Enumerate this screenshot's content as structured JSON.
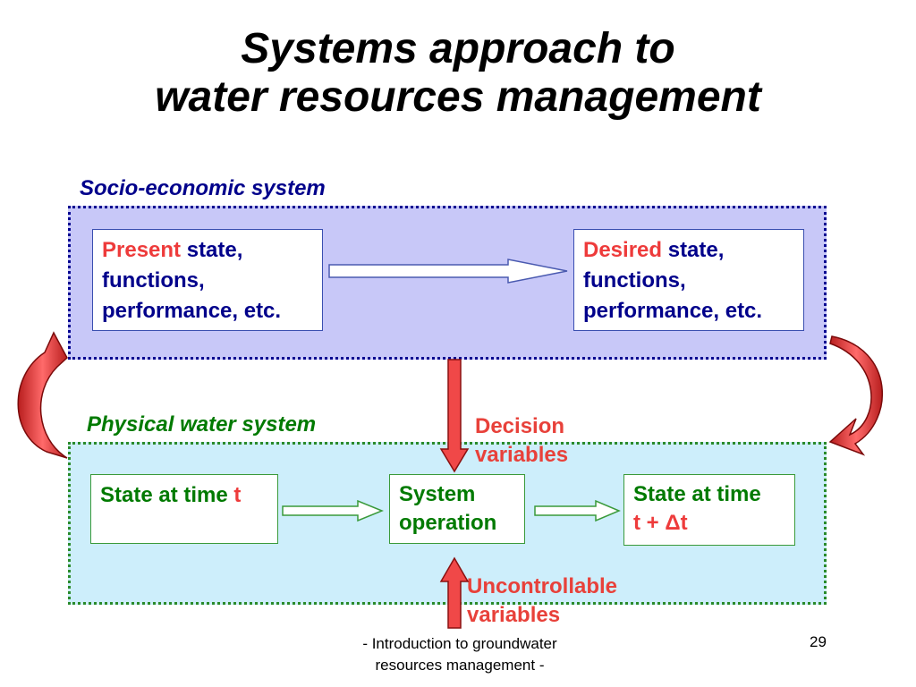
{
  "title": {
    "line1": "Systems approach to",
    "line2": "water resources management"
  },
  "socio": {
    "label": "Socio-economic system",
    "present": {
      "highlight": "Present",
      "rest": " state,",
      "line2": "functions,",
      "line3": "performance, etc."
    },
    "desired": {
      "highlight": "Desired",
      "rest": " state,",
      "line2": "functions,",
      "line3": "performance, etc."
    }
  },
  "physical": {
    "label": "Physical water system",
    "state_t": {
      "text": "State at time ",
      "highlight": "t"
    },
    "system_operation": {
      "line1": "System",
      "line2": "operation"
    },
    "state_dt": {
      "line1": "State at time",
      "line2": "t + Δt"
    }
  },
  "decision": {
    "line1": "Decision",
    "line2": "variables"
  },
  "uncontrollable": {
    "line1": "Uncontrollable",
    "line2": "variables"
  },
  "footer": {
    "line1": "- Introduction to groundwater",
    "line2": "resources management -",
    "page": "29"
  },
  "colors": {
    "socio_bg": "#c8c8f8",
    "physical_bg": "#cdeefb",
    "blue_text": "#00008b",
    "green_text": "#007a00",
    "red_accent": "#e8413a"
  }
}
